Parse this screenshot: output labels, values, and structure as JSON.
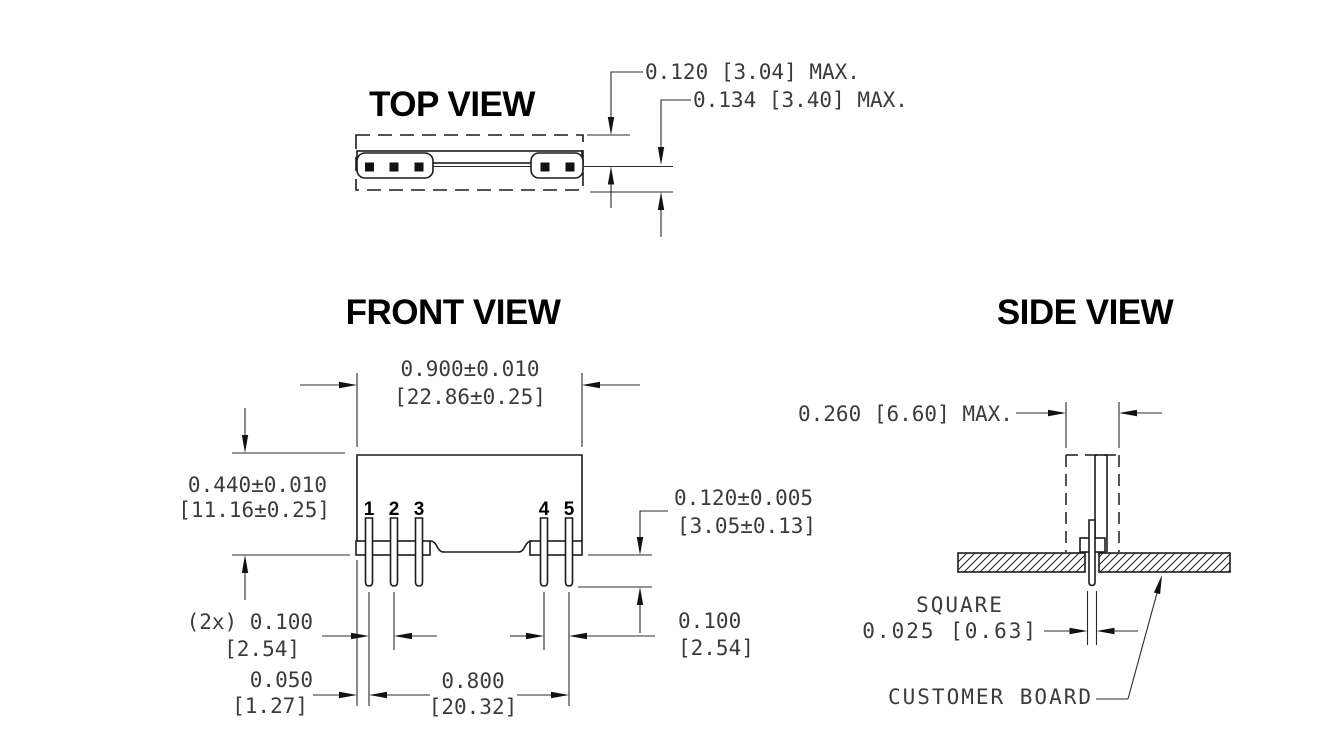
{
  "top_view": {
    "title": "TOP VIEW",
    "dim_body_height": "0.120 [3.04] MAX.",
    "dim_total_height": "0.134 [3.40] MAX."
  },
  "front_view": {
    "title": "FRONT VIEW",
    "dim_width_in": "0.900±0.010",
    "dim_width_mm": "[22.86±0.25]",
    "dim_height_in": "0.440±0.010",
    "dim_height_mm": "[11.16±0.25]",
    "dim_standoff_in": "0.120±0.005",
    "dim_standoff_mm": "[3.05±0.13]",
    "dim_pitch_right_in": "0.100",
    "dim_pitch_right_mm": "[2.54]",
    "dim_pitch_left_in": "(2x) 0.100",
    "dim_pitch_left_mm": "[2.54]",
    "dim_edge_offset_in": "0.050",
    "dim_edge_offset_mm": "[1.27]",
    "dim_pin_span_in": "0.800",
    "dim_pin_span_mm": "[20.32]",
    "pin_labels": [
      "1",
      "2",
      "3",
      "4",
      "5"
    ]
  },
  "side_view": {
    "title": "SIDE VIEW",
    "dim_depth": "0.260 [6.60] MAX.",
    "pin_section_label": "SQUARE",
    "pin_section_dim": "0.025 [0.63]",
    "board_label": "CUSTOMER BOARD"
  },
  "colors": {
    "ink": "#1c1c1c",
    "dim_text": "#3b3b3b"
  }
}
